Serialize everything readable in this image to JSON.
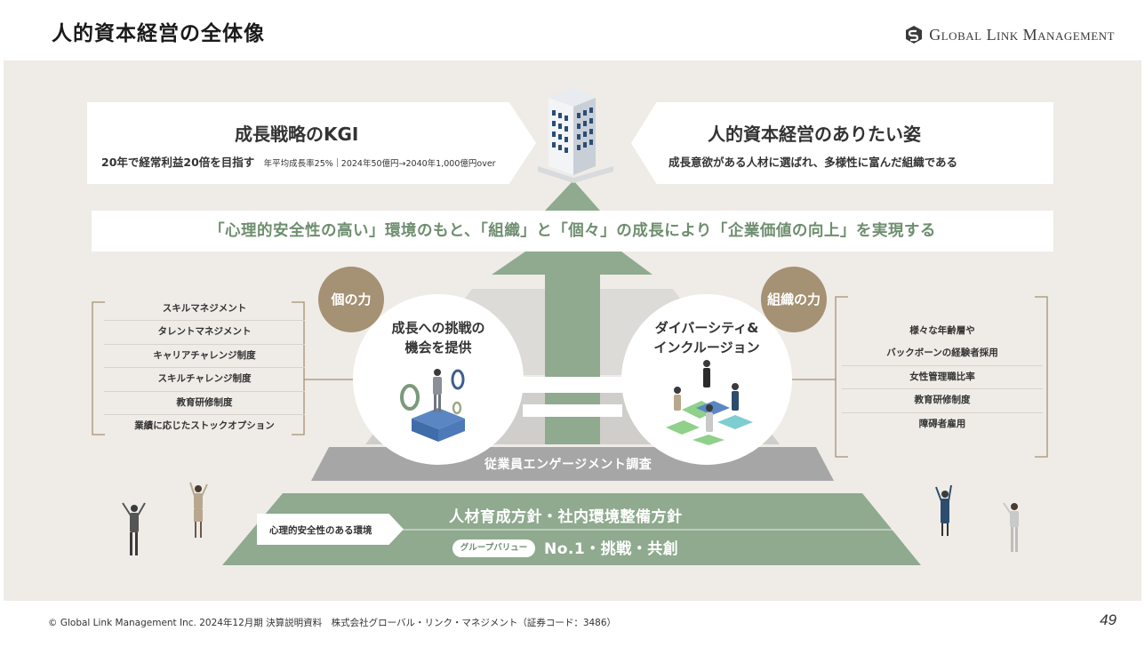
{
  "header": {
    "title": "人的資本経営の全体像",
    "logo_text": "Global Link Management"
  },
  "kgi": {
    "title": "成長戦略のKGI",
    "main": "20年で経常利益20倍を目指す",
    "growth_rate": "年平均成長率25%",
    "range": "2024年50億円→2040年1,000億円over"
  },
  "ideal": {
    "title": "人的資本経営のありたい姿",
    "subtitle": "成長意欲がある人材に選ばれ、多様性に富んだ組織である"
  },
  "banner": "「心理的安全性の高い」環境のもと、「組織」と「個々」の成長により「企業価値の向上」を実現する",
  "individual": {
    "label": "個の力",
    "circle_title": [
      "成長への挑戦の",
      "機会を提供"
    ],
    "items": [
      "スキルマネジメント",
      "タレントマネジメント",
      "キャリアチャレンジ制度",
      "スキルチャレンジ制度",
      "教育研修制度",
      "業績に応じたストックオプション"
    ]
  },
  "organization": {
    "label": "組織の力",
    "circle_title": [
      "ダイバーシティ&",
      "インクルージョン"
    ],
    "items": [
      "様々な年齢層や",
      "バックボーンの経験者採用",
      "女性管理職比率",
      "教育研修制度",
      "障碍者雇用"
    ]
  },
  "foundation": {
    "survey": "従業員エンゲージメント調査",
    "policy": "人材育成方針・社内環境整備方針",
    "environment": "心理的安全性のある環境",
    "group_value_label": "グループバリュー",
    "values": "No.1・挑戦・共創"
  },
  "footer": {
    "copyright": "© Global Link Management Inc. 2024年12月期 決算説明資料　株式会社グローバル・リンク・マネジメント（証券コード：3486）",
    "page": "49"
  },
  "colors": {
    "green": "#8faa8f",
    "dark_green": "#6e8e6f",
    "gold": "#a59173",
    "gray_dark": "#a9a9a9",
    "gray_mid": "#c8c8c8",
    "gray_light": "#dcdcdc",
    "bg": "#efece7"
  }
}
